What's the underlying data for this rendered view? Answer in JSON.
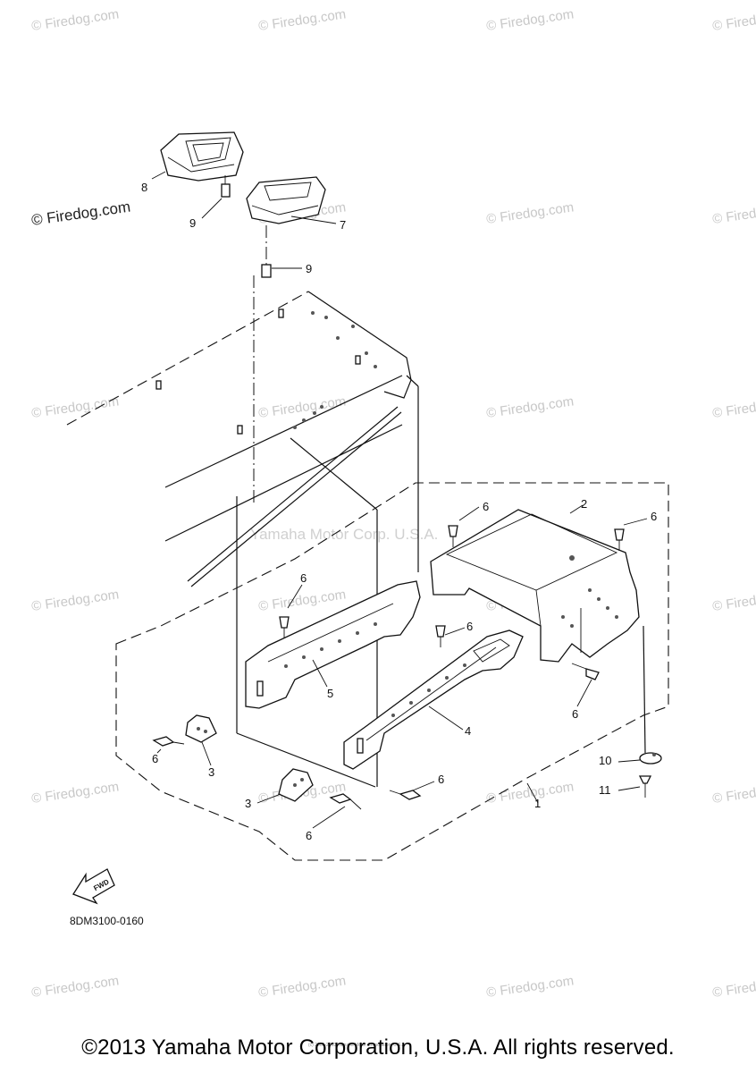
{
  "watermark": {
    "text": "© Firedog.com",
    "main_text": "© Firedog.com",
    "center_text": "Yamaha Motor Corp. U.S.A.",
    "tiny_copyright": "(c) 2005-2013 Yamaha Motor Corporation, U.S.A."
  },
  "diagram": {
    "part_code": "8DM3100-0160",
    "fwd_label": "FWD",
    "callouts": {
      "c1": "1",
      "c2": "2",
      "c3a": "3",
      "c3b": "3",
      "c4": "4",
      "c5": "5",
      "c6a": "6",
      "c6b": "6",
      "c6c": "6",
      "c6d": "6",
      "c6e": "6",
      "c6f": "6",
      "c6g": "6",
      "c6h": "6",
      "c7": "7",
      "c8": "8",
      "c9a": "9",
      "c9b": "9",
      "c10": "10",
      "c11": "11"
    }
  },
  "footer": {
    "copyright": "©2013 Yamaha Motor Corporation, U.S.A. All rights reserved."
  }
}
